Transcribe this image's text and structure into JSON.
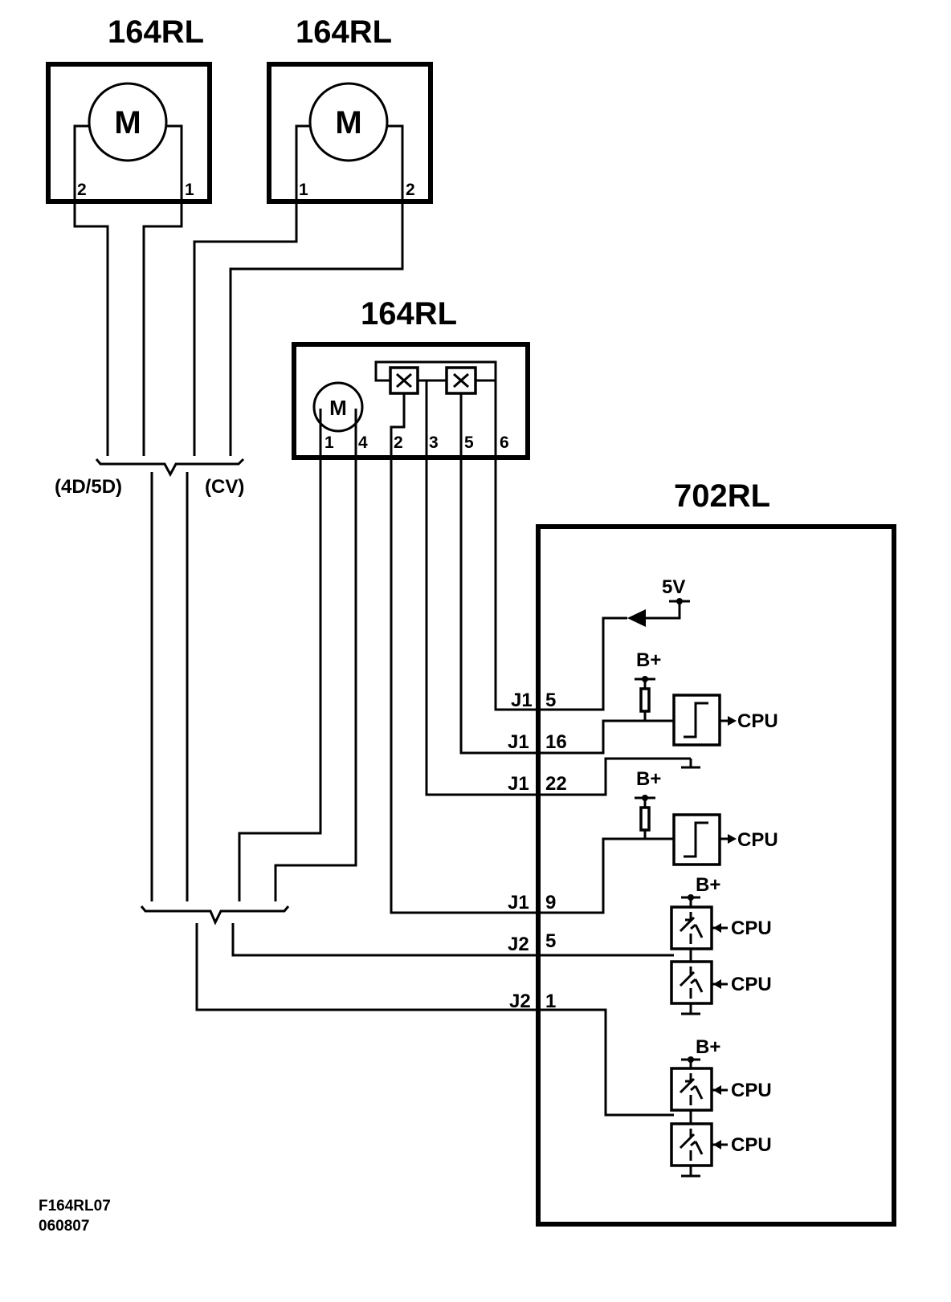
{
  "components": {
    "motor_left": {
      "label": "164RL",
      "symbol": "M",
      "pins": [
        "2",
        "1"
      ]
    },
    "motor_right": {
      "label": "164RL",
      "symbol": "M",
      "pins": [
        "1",
        "2"
      ]
    },
    "actuator": {
      "label": "164RL",
      "symbol": "M",
      "pins": [
        "1",
        "4",
        "2",
        "3",
        "5",
        "6"
      ]
    },
    "module": {
      "label": "702RL"
    }
  },
  "branch_labels": {
    "left": "(4D/5D)",
    "right": "(CV)"
  },
  "connections": [
    {
      "connector": "J1",
      "pin": "5"
    },
    {
      "connector": "J1",
      "pin": "16"
    },
    {
      "connector": "J1",
      "pin": "22"
    },
    {
      "connector": "J1",
      "pin": "9"
    },
    {
      "connector": "J2",
      "pin": "5"
    },
    {
      "connector": "J2",
      "pin": "1"
    }
  ],
  "internal": {
    "supply_5v": "5V",
    "bplus_1": "B+",
    "bplus_2": "B+",
    "bplus_3": "B+",
    "bplus_4": "B+",
    "cpu_1": "CPU",
    "cpu_2": "CPU",
    "cpu_3": "CPU",
    "cpu_4": "CPU",
    "cpu_5": "CPU",
    "cpu_6": "CPU"
  },
  "footer": {
    "figure_id": "F164RL07",
    "date_code": "060807"
  }
}
